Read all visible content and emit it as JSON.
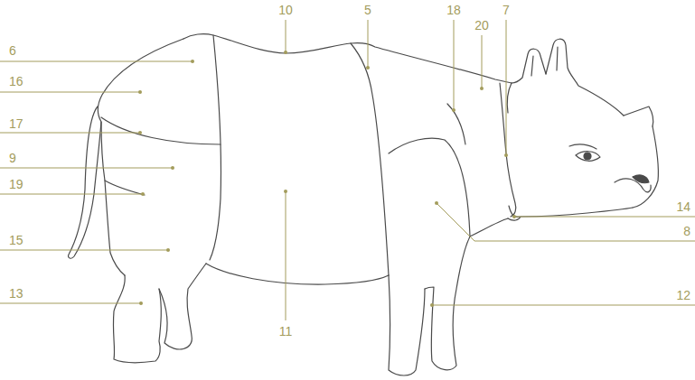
{
  "diagram": {
    "labels": [
      "10",
      "5",
      "18",
      "20",
      "7",
      "6",
      "16",
      "17",
      "9",
      "19",
      "15",
      "13",
      "14",
      "8",
      "12",
      "11"
    ]
  }
}
